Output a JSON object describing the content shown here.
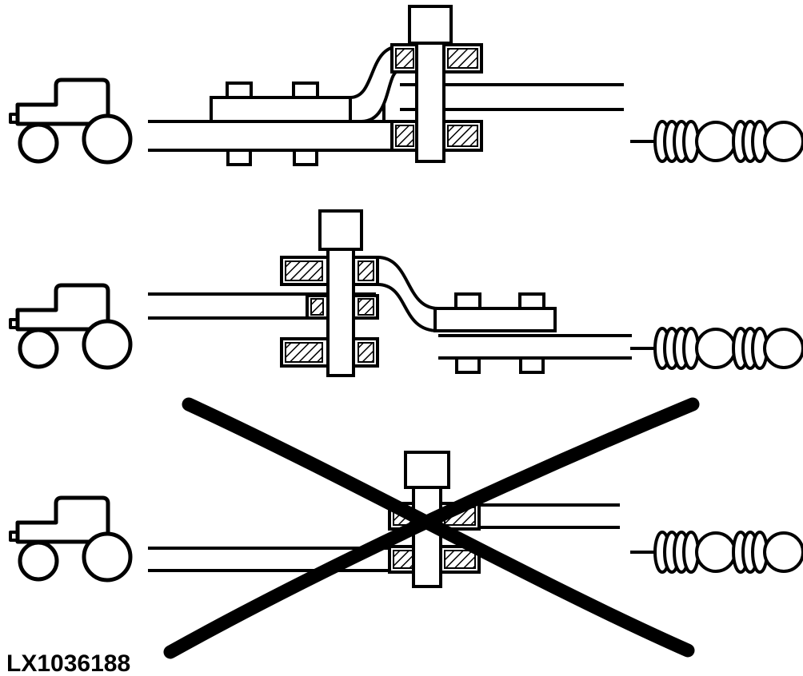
{
  "figure": {
    "id_label": "LX1036188",
    "background_color": "#ffffff",
    "line_color": "#000000"
  },
  "rows": [
    {
      "name": "adapter-offset-up",
      "left_icon": "tractor-icon",
      "center_icon": "drawbar-adapter-offset-up-with-hitch-pin",
      "right_icon": "disc-roller-implement-icon",
      "crossed_out": false
    },
    {
      "name": "adapter-offset-down",
      "left_icon": "tractor-icon",
      "center_icon": "drawbar-adapter-offset-down-with-hitch-pin",
      "right_icon": "disc-roller-implement-icon",
      "crossed_out": false
    },
    {
      "name": "direct-connection-prohibited",
      "left_icon": "tractor-icon",
      "center_icon": "direct-drawbar-connection-with-hitch-pin",
      "right_icon": "disc-roller-implement-icon",
      "crossed_out": true
    }
  ],
  "cross_out": {
    "icon": "prohibition-cross-icon",
    "color": "#000000"
  }
}
